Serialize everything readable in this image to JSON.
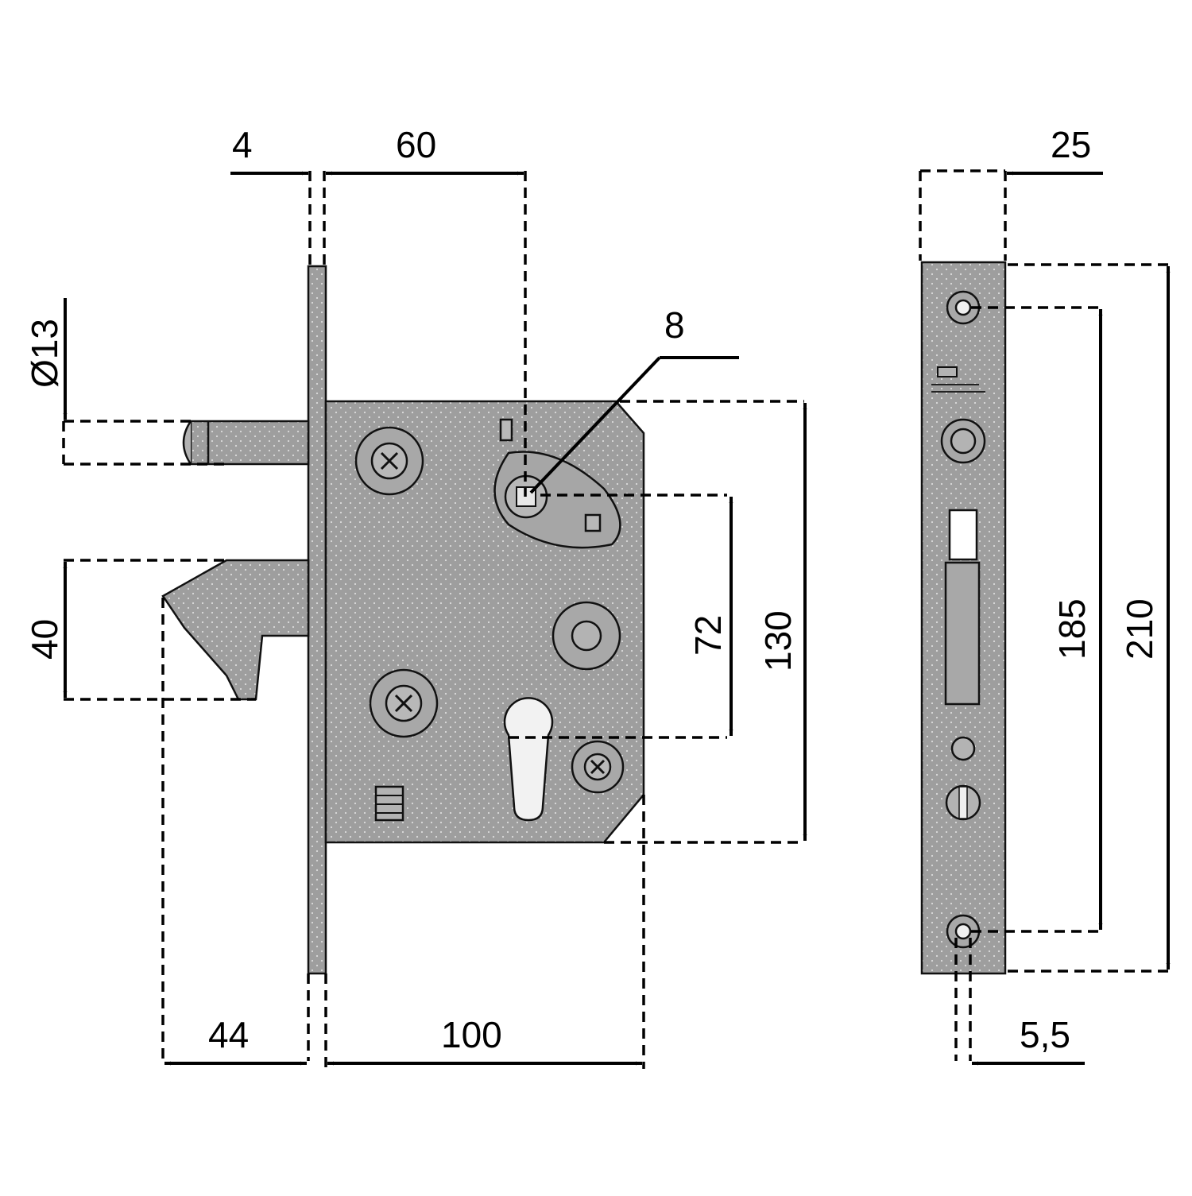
{
  "colors": {
    "background": "#ffffff",
    "metal": "#9e9e9e",
    "metal_light": "#b3b3b3",
    "line": "#000000"
  },
  "dimensions": {
    "front_4": "4",
    "backset_60": "60",
    "bolt_dia": "Ø13",
    "follower_8": "8",
    "hook_40": "40",
    "centre_72": "72",
    "height_130": "130",
    "projection_44": "44",
    "case_100": "100",
    "faceplate_25": "25",
    "screw_185": "185",
    "faceplate_210": "210",
    "hole_5_5": "5,5"
  }
}
